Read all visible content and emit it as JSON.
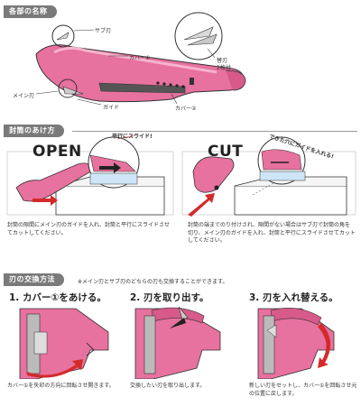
{
  "sections": {
    "parts_title": "各部の名称",
    "open_title": "封筒のあけ方",
    "replace_title": "刃の交換方法"
  },
  "parts": {
    "sub_blade": "サブ刃",
    "cover1": "カバー①",
    "main_blade": "メイン刃",
    "guide": "ガイド",
    "cover2": "カバー②",
    "spare_blade": "替刃",
    "spare_count": "2枚付"
  },
  "open": {
    "open_label": "OPEN",
    "cut_label": "CUT",
    "slide_callout": "平行にスライド!",
    "insert_callout": "できた穴にガイドを入れる!",
    "open_desc": "封筒の隙間にメイン刃のガイドを入れ、封筒と平行にスライドさせてカットしてください。",
    "cut_desc": "封筒の端までのり付けされ、隙間がない場合はサブ刃で封筒の角を切り、メイン刃のガイドを入れ、封筒と平行にスライドさせてカットしてください。"
  },
  "replace": {
    "note": "※メイン刃とサブ刃のどちらの刃も交換することができます。",
    "step1_title": "1. カバー①をあける。",
    "step2_title": "2. 刃を取り出す。",
    "step3_title": "3. 刃を入れ替える。",
    "step1_desc": "カバー①を矢印の方向に回転させ開きます。",
    "step2_desc": "交換したい刃を取り出します。",
    "step3_desc": "新しい刃をセットし、カバー①を回転させ元の位置に戻します。"
  },
  "colors": {
    "pink": "#e7719f",
    "pink_dark": "#c44e7e",
    "red": "#d42a2a",
    "gray_bar": "#7a7a7a"
  }
}
